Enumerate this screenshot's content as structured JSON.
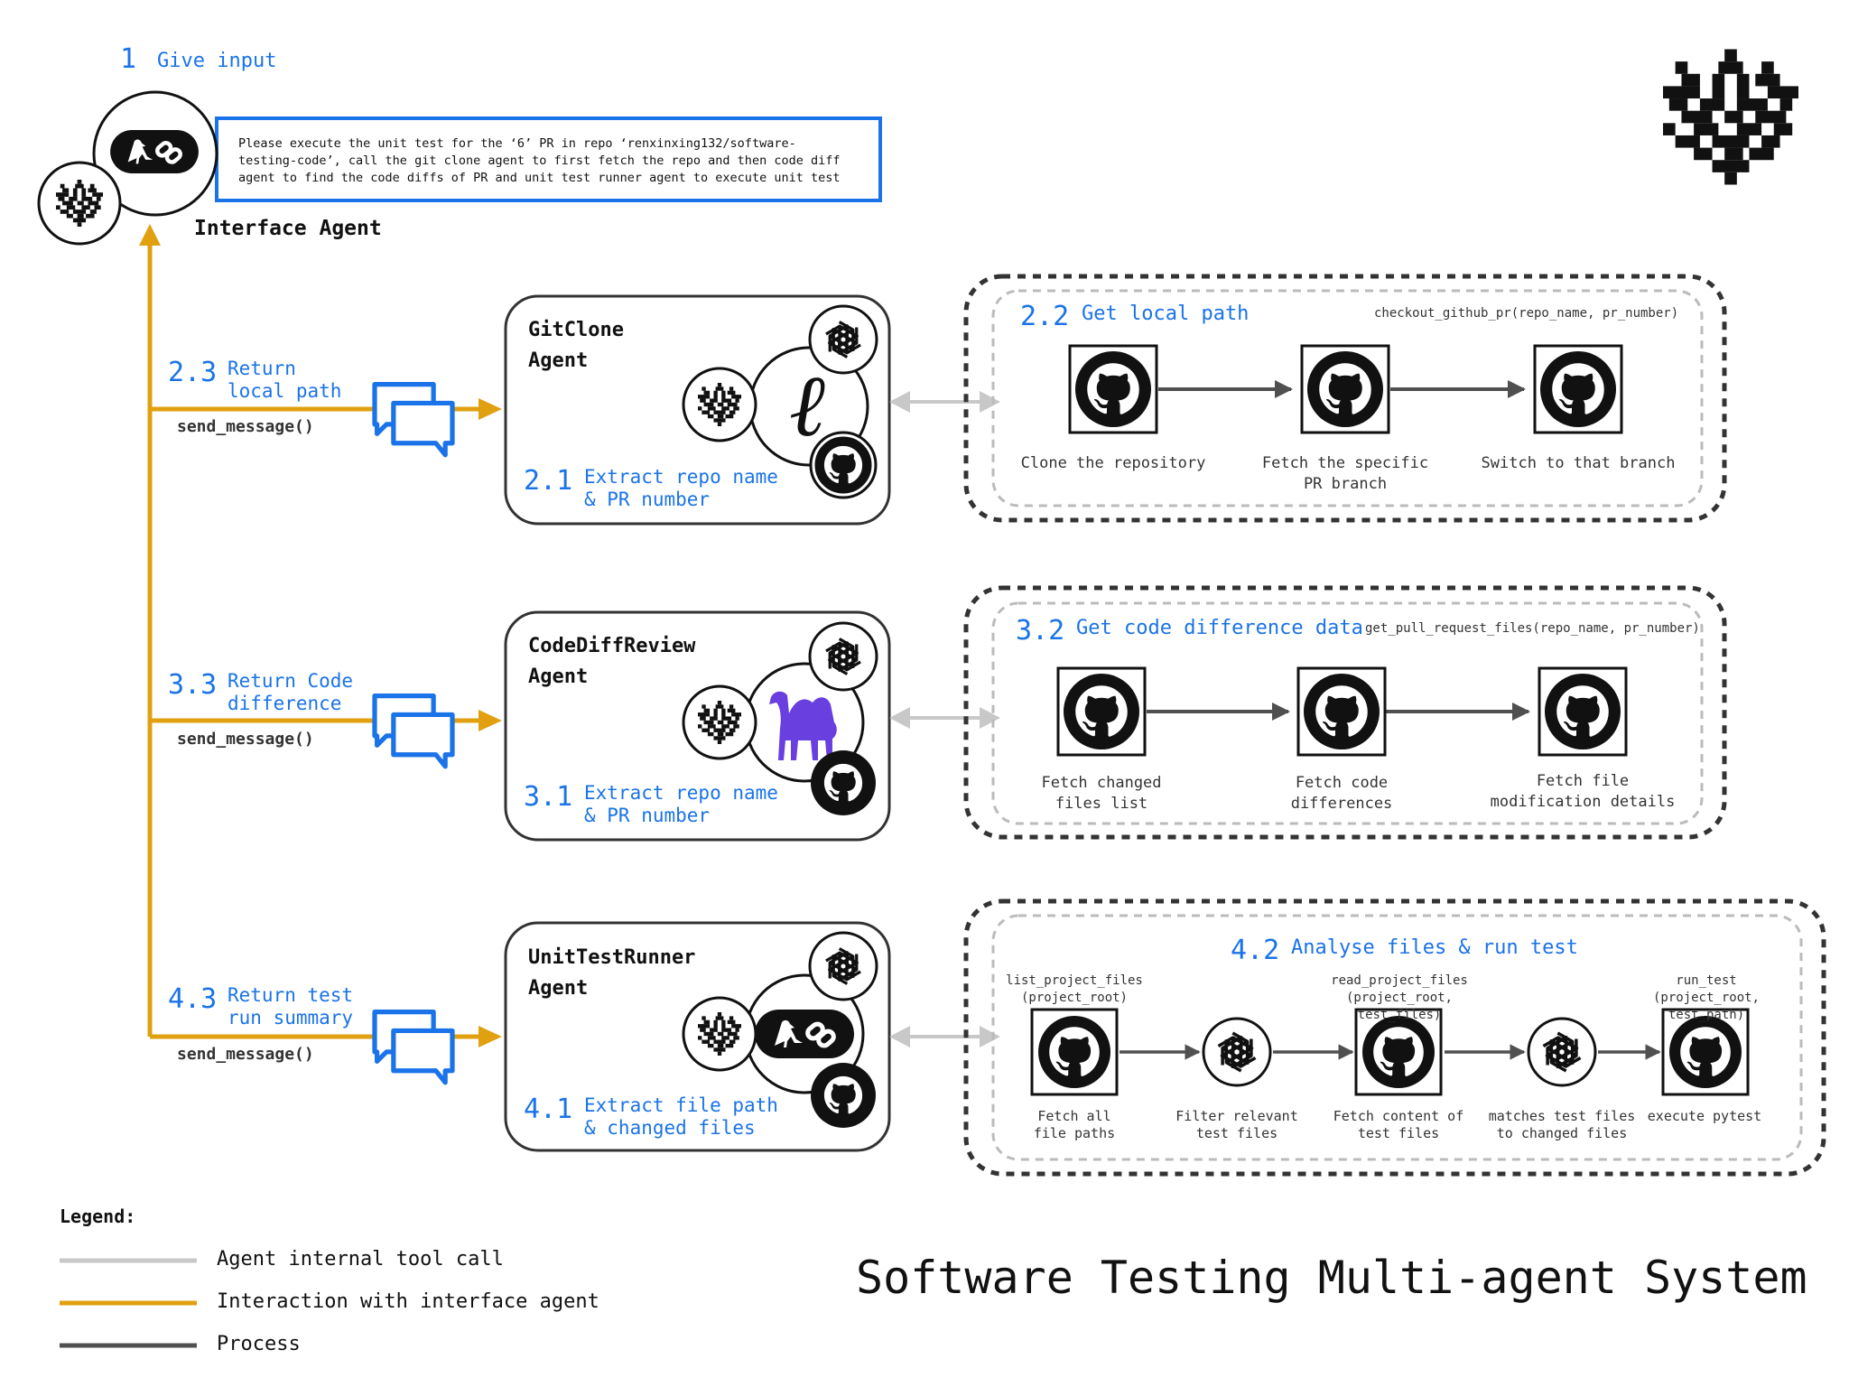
{
  "title": "Software Testing Multi-agent System",
  "colors": {
    "accent_blue": "#1a73e8",
    "interaction_orange": "#e0a00f",
    "internal_gray": "#c8c8c8",
    "process_dark": "#505050",
    "camel_purple": "#6a3fe0"
  },
  "interface": {
    "step_number": "1",
    "step_label": "Give input",
    "agent_name": "Interface Agent",
    "prompt_lines": [
      "Please execute the unit test for the ‘6’ PR in repo ‘renxinxing132/software-",
      "testing-code’, call the git clone agent to first fetch the repo and then code diff",
      "agent to find the code diffs of PR and unit test runner agent to execute unit test"
    ]
  },
  "agents": [
    {
      "title_line1": "GitClone",
      "title_line2": "Agent",
      "task_number": "2.1",
      "task_line1": "Extract repo name",
      "task_line2": "& PR number",
      "return_number": "2.3",
      "return_line1": "Return",
      "return_line2": "local path",
      "send": "send_message()",
      "center_icon": "c-logo-icon",
      "process": {
        "number": "2.2",
        "label": "Get local path",
        "func": "checkout_github_pr(repo_name, pr_number)",
        "steps": [
          {
            "icon": "github-icon",
            "line1": "Clone the repository",
            "line2": ""
          },
          {
            "icon": "github-icon",
            "line1": "Fetch the specific",
            "line2": "PR branch"
          },
          {
            "icon": "github-icon",
            "line1": "Switch to that branch",
            "line2": ""
          }
        ]
      }
    },
    {
      "title_line1": "CodeDiffReview",
      "title_line2": "Agent",
      "task_number": "3.1",
      "task_line1": "Extract repo name",
      "task_line2": "& PR number",
      "return_number": "3.3",
      "return_line1": "Return Code",
      "return_line2": "difference",
      "send": "send_message()",
      "center_icon": "camel-icon",
      "process": {
        "number": "3.2",
        "label": "Get code difference data",
        "func": "get_pull_request_files(repo_name, pr_number)",
        "steps": [
          {
            "icon": "github-icon",
            "line1": "Fetch changed",
            "line2": "files list"
          },
          {
            "icon": "github-icon",
            "line1": "Fetch code",
            "line2": "differences"
          },
          {
            "icon": "github-icon",
            "line1": "Fetch file",
            "line2": "modification details"
          }
        ]
      }
    },
    {
      "title_line1": "UnitTestRunner",
      "title_line2": "Agent",
      "task_number": "4.1",
      "task_line1": "Extract file path",
      "task_line2": "& changed files",
      "return_number": "4.3",
      "return_line1": "Return test",
      "return_line2": "run summary",
      "send": "send_message()",
      "center_icon": "bird-link-icon",
      "process": {
        "number": "4.2",
        "label": "Analyse files & run test",
        "steps": [
          {
            "icon": "github-icon",
            "func1": "list_project_files",
            "func2": "(project_root)",
            "line1": "Fetch all",
            "line2": "file paths"
          },
          {
            "icon": "openai-icon",
            "func1": "",
            "func2": "",
            "line1": "Filter relevant",
            "line2": "test files"
          },
          {
            "icon": "github-icon",
            "func1": "read_project_files",
            "func2": "(project_root, test_files)",
            "line1": "Fetch content of",
            "line2": "test files"
          },
          {
            "icon": "openai-icon",
            "func1": "",
            "func2": "",
            "line1": "matches test files",
            "line2": "to changed files"
          },
          {
            "icon": "github-icon",
            "func1": "run_test",
            "func2": "(project_root, test_path)",
            "line1": "execute pytest",
            "line2": ""
          }
        ]
      }
    }
  ],
  "legend": {
    "heading": "Legend:",
    "items": [
      {
        "label": "Agent internal tool call",
        "color": "#c8c8c8"
      },
      {
        "label": "Interaction with interface agent",
        "color": "#e0a00f"
      },
      {
        "label": "Process",
        "color": "#505050"
      }
    ]
  }
}
